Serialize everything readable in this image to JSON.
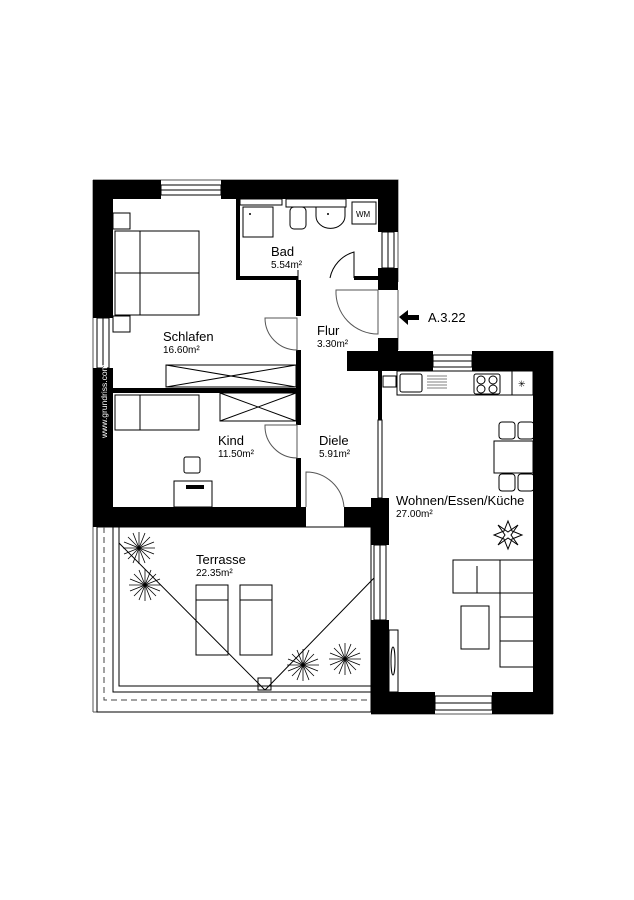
{
  "plan": {
    "watermark": "www.grundriss.com",
    "entry_label": "A.3.22",
    "colors": {
      "wall": "#000000",
      "background": "#ffffff",
      "line": "#000000"
    },
    "rooms": [
      {
        "id": "schlafen",
        "name": "Schlafen",
        "area": "16.60m²"
      },
      {
        "id": "bad",
        "name": "Bad",
        "area": "5.54m²"
      },
      {
        "id": "flur",
        "name": "Flur",
        "area": "3.30m²"
      },
      {
        "id": "kind",
        "name": "Kind",
        "area": "11.50m²"
      },
      {
        "id": "diele",
        "name": "Diele",
        "area": "5.91m²"
      },
      {
        "id": "wohnen",
        "name": "Wohnen/Essen/Küche",
        "area": "27.00m²"
      },
      {
        "id": "terrasse",
        "name": "Terrasse",
        "area": "22.35m²"
      }
    ],
    "fixtures": {
      "washing_machine": "WM"
    }
  }
}
